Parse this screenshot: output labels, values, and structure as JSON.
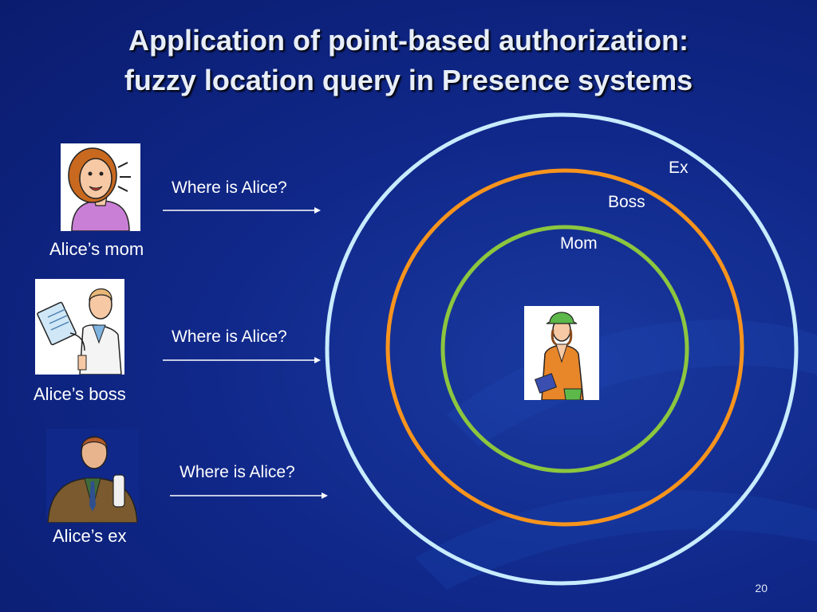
{
  "slide": {
    "title_line1": "Application of point-based authorization:",
    "title_line2": "fuzzy location query in Presence systems",
    "page_number": "20"
  },
  "requesters": [
    {
      "caption": "Alice’s mom",
      "question": "Where is Alice?",
      "icon": "mom-clipart-icon"
    },
    {
      "caption": "Alice’s boss",
      "question": "Where is Alice?",
      "icon": "boss-clipart-icon"
    },
    {
      "caption": "Alice’s ex",
      "question": "Where is Alice?",
      "icon": "ex-clipart-icon"
    }
  ],
  "rings": [
    {
      "label": "Ex",
      "color": "#c8ecff"
    },
    {
      "label": "Boss",
      "color": "#f7941d"
    },
    {
      "label": "Mom",
      "color": "#8cc63f"
    }
  ],
  "center": {
    "icon": "alice-clipart-icon"
  },
  "colors": {
    "background": "#10288a",
    "arrow": "#ffffff"
  }
}
